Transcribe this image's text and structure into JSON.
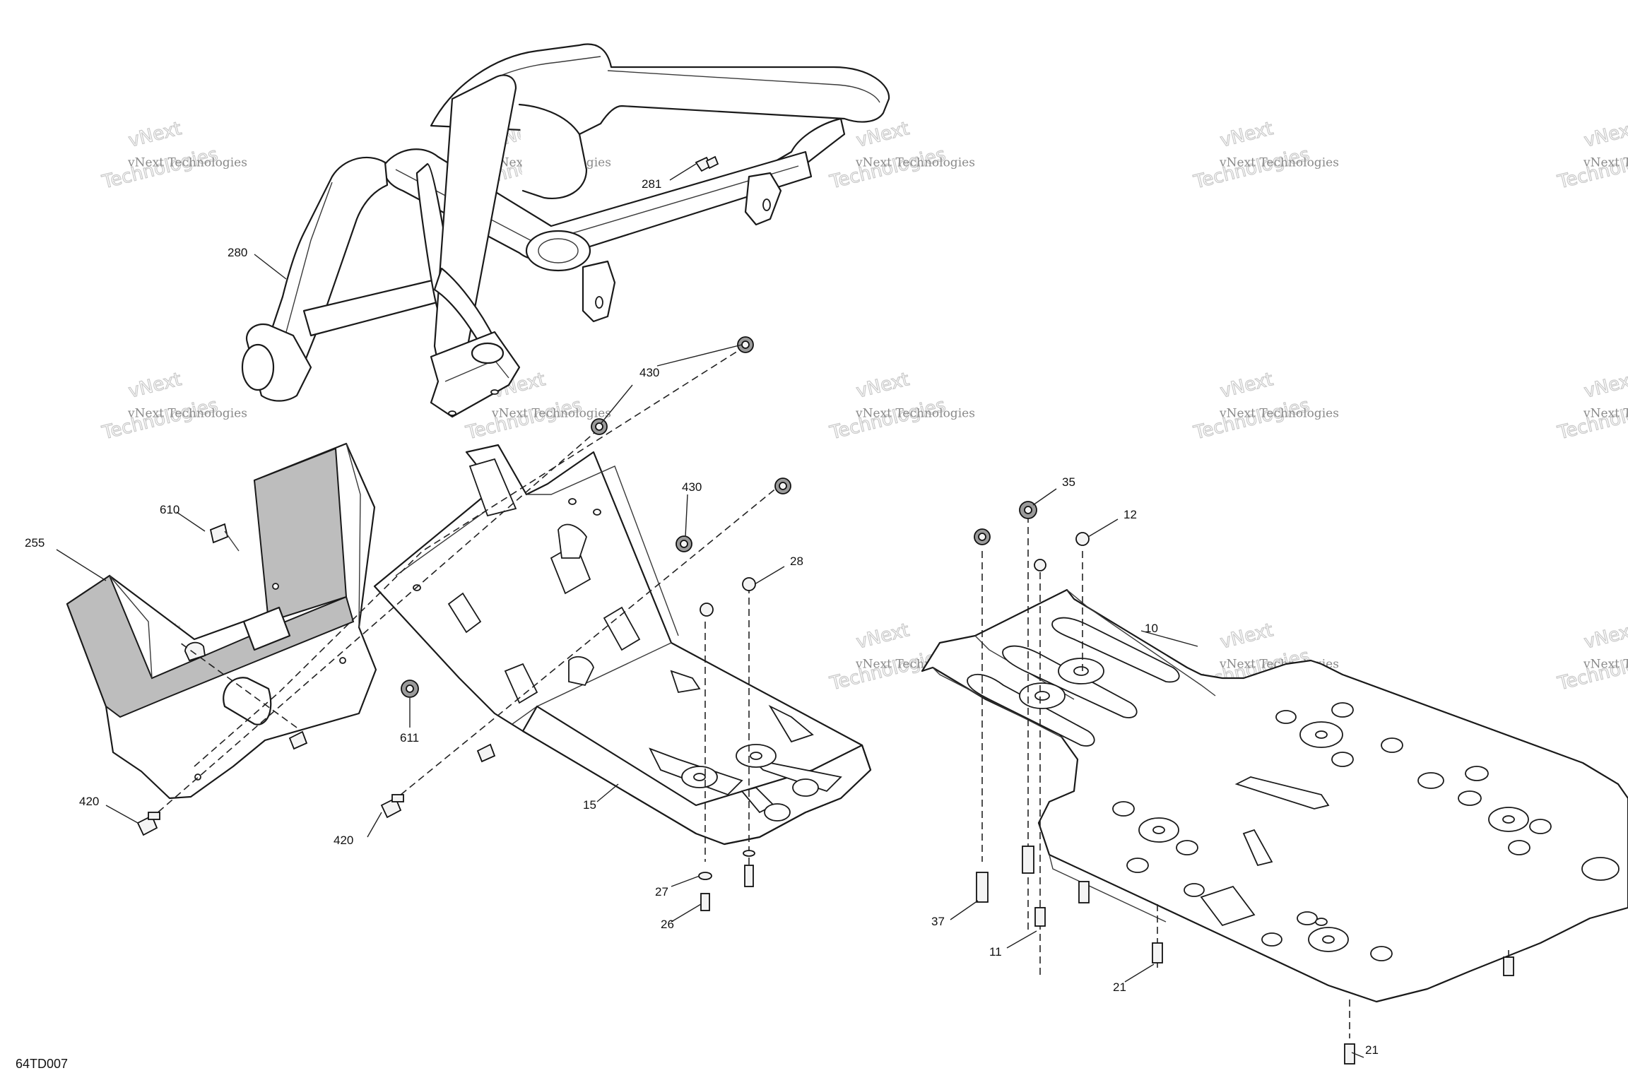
{
  "diagram_ref": "64TD007",
  "watermark": {
    "line1": "vNext Technologies",
    "line2": "Technologies",
    "line3": "vNext"
  },
  "callouts": {
    "c280": "280",
    "c281": "281",
    "c430a": "430",
    "c430b": "430",
    "c610": "610",
    "c255": "255",
    "c611": "611",
    "c420a": "420",
    "c420b": "420",
    "c15": "15",
    "c28": "28",
    "c27": "27",
    "c26": "26",
    "c35": "35",
    "c12": "12",
    "c10": "10",
    "c37": "37",
    "c11": "11",
    "c21a": "21",
    "c21b": "21"
  },
  "colors": {
    "line": "#1a1a1a",
    "shade": "#bdbdbd",
    "watermark": "#8a8a8a"
  }
}
